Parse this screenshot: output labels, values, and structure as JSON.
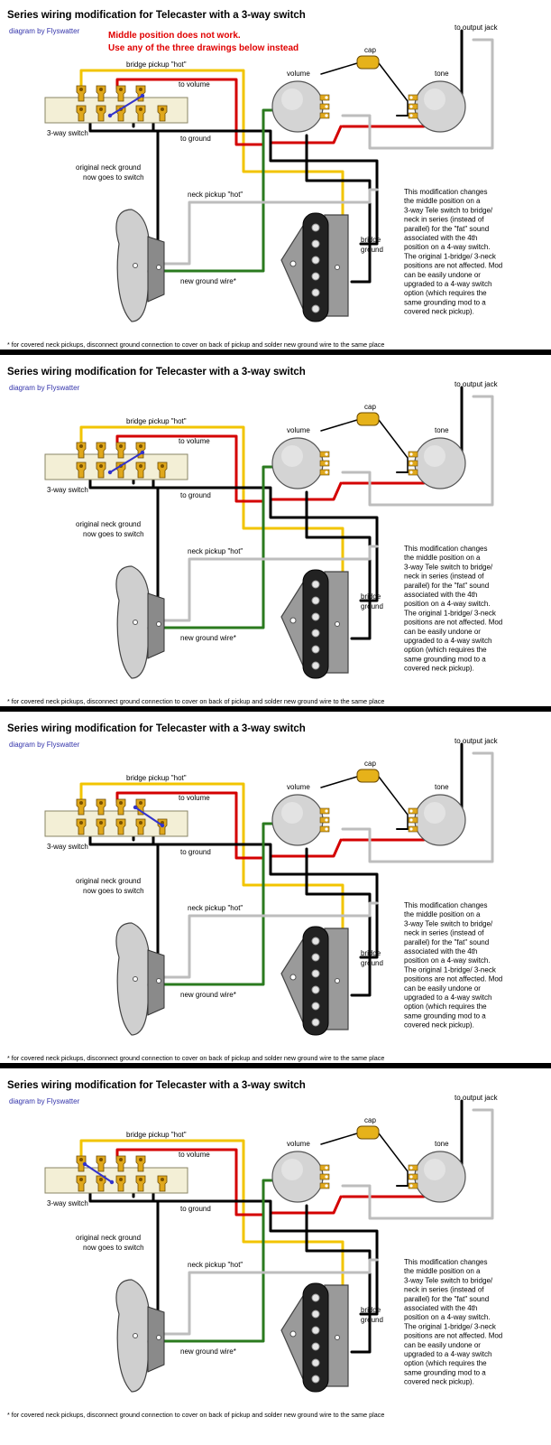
{
  "common": {
    "title": "Series wiring modification for Telecaster with a 3-way switch",
    "credit": "diagram by Flyswatter",
    "labels": {
      "bridge_hot": "bridge pickup \"hot\"",
      "to_volume": "to volume",
      "to_ground": "to ground",
      "switch": "3-way switch",
      "neck_ground_1": "original neck ground",
      "neck_ground_2": "now goes to switch",
      "neck_hot": "neck pickup \"hot\"",
      "new_ground": "new ground wire*",
      "bridge_ground_1": "bridge",
      "bridge_ground_2": "ground",
      "volume": "volume",
      "tone": "tone",
      "cap": "cap",
      "output": "to output jack"
    },
    "description": [
      "This modification changes",
      "the middle position on a",
      "3-way Tele switch to bridge/",
      "neck in series (instead of",
      "parallel) for the \"fat\" sound",
      "associated with the 4th",
      "position on a 4-way switch.",
      "The original 1-bridge/ 3-neck",
      "positions are not affected. Mod",
      "can be easily undone or",
      "upgraded to a 4-way switch",
      "option (which requires the",
      "same grounding mod to a",
      "covered neck pickup)."
    ],
    "footnote": "* for covered neck pickups, disconnect ground connection to cover on back of pickup and solder new ground wire to the same place"
  },
  "warning": [
    "Middle position does not work.",
    "Use any of the three drawings below instead"
  ],
  "colors": {
    "hot_yellow": "#f2c400",
    "red": "#d40000",
    "green": "#2a7a1e",
    "grey_wire": "#bdbdbd",
    "black": "#000000",
    "jumper": "#3333cc",
    "lug": "#e0a81c",
    "warning_text": "#e00000",
    "credit_text": "#3333aa"
  },
  "panels": [
    {
      "id": "diagram-1",
      "jumper": "lugs-2-3"
    },
    {
      "id": "diagram-2",
      "jumper": "lugs-2-3"
    },
    {
      "id": "diagram-3",
      "jumper": "lugs-3-4"
    },
    {
      "id": "diagram-4",
      "jumper": "lugs-1-2"
    }
  ]
}
